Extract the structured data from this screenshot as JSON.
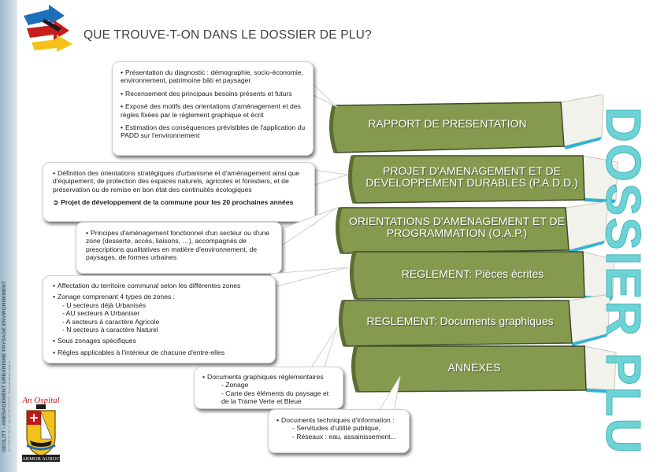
{
  "header": {
    "title": "QUE TROUVE-T-ON DANS LE DOSSIER DE PLU?"
  },
  "side": {
    "credit": "GEOLITT - AMENAGEMENT URBANISME PAYSAGE ENVIRONNEMENT",
    "credit_small": "Tel 02.98.63.70.13 - Fax 02.98.63.72.83 - Email geolitt@orange.fr"
  },
  "dossier_title": "DOSSIER PLU",
  "crest": {
    "top_text": "An Ospital",
    "bottom_text": "ARMOR AUROC"
  },
  "books": [
    {
      "label": "RAPPORT DE PRESENTATION"
    },
    {
      "label": "PROJET D'AMENAGEMENT ET DE DEVELOPPEMENT DURABLES (P.A.D.D.)"
    },
    {
      "label": "ORIENTATIONS D'AMENAGEMENT ET DE PROGRAMMATION (O.A.P.)"
    },
    {
      "label": "REGLEMENT: Pièces écrites"
    },
    {
      "label": "REGLEMENT: Documents graphiques"
    },
    {
      "label": "ANNEXES"
    }
  ],
  "callouts": {
    "rapport": {
      "items": [
        "Présentation du diagnostic : démographie, socio-économie, environnement, patrimoine bâti et paysager",
        "Recensement des principaux besoins présents et futurs",
        "Exposé des motifs des orientations d'aménagement et des règles fixées par le règlement graphique et écrit",
        "Estimation des conséquences prévisibles de l'application du PADD sur l'environnement"
      ]
    },
    "padd": {
      "item": "Définition des orientations stratégiques d'urbanisme et d'aménagement ainsi que d'équipement, de protection des espaces naturels, agricoles et forestiers, et de préservation ou de remise en bon état des continuités écologiques",
      "highlight": "Projet de développement de la commune pour les 20 prochaines années"
    },
    "oap": {
      "item": "Principes d'aménagement fonctionnel d'un secteur ou d'une zone (desserte, accès, liaisons, …), accompagnés de prescriptions qualitatives en matière d'environnement, de paysages, de formes urbaines"
    },
    "reglement_ecrit": {
      "item1": "Affectation du territoire communal selon les différentes zones",
      "item2": "Zonage comprenant 4 types de zones :",
      "zones": [
        "- U    secteurs déjà Urbanisés",
        "- AU  secteurs A Urbaniser",
        "- A    secteurs à caractère Agricole",
        "- N    secteurs à caractère Naturel"
      ],
      "item3": "Sous zonages spécifiques",
      "item4": "Règles applicables à l'intérieur de chacune d'entre-elles"
    },
    "reglement_graphique": {
      "item": "Documents graphiques réglementaires",
      "subs": [
        "- Zonage",
        "- Carte des éléments du paysage et de la Trame Verte et Bleue"
      ]
    },
    "annexes": {
      "item": "Documents techniques d'information :",
      "subs": [
        "- Servitudes d'utilité publique,",
        "- Réseaux : eau, assainissement..."
      ]
    }
  },
  "colors": {
    "book_green": "#869a4f",
    "book_dark": "#3d4a28",
    "book_pages": "#f2f2ec",
    "bookmark_cyan": "#2fb3d7",
    "dossier_cyan": "#6ed3d6",
    "side_band": "#b8cad7"
  }
}
